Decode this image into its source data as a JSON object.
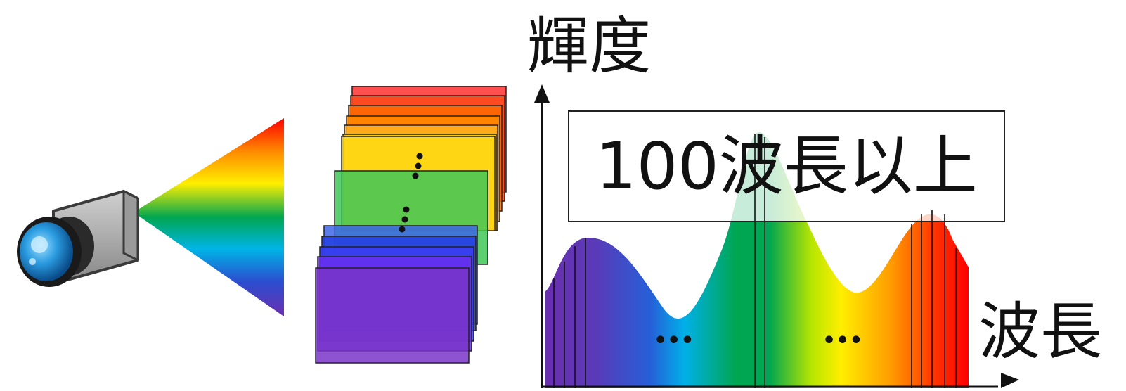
{
  "diagram": {
    "banner_text": "100波長以上",
    "y_axis_label": "輝度",
    "x_axis_label": "波長",
    "ellipsis_left": "•••",
    "ellipsis_right": "•••",
    "elements": [
      "camera-icon",
      "rainbow-light-cone",
      "spectral-image-stack",
      "spectrum-curve",
      "wavelength-band-lines",
      "y-axis-arrow",
      "x-axis-arrow"
    ],
    "colors": {
      "violet": "#6a2fb0",
      "blue": "#1f4fd8",
      "cyan": "#00b4e6",
      "green": "#00a651",
      "yellow": "#ffee00",
      "orange": "#ff8800",
      "red": "#ff1010",
      "outline": "#222222"
    }
  }
}
